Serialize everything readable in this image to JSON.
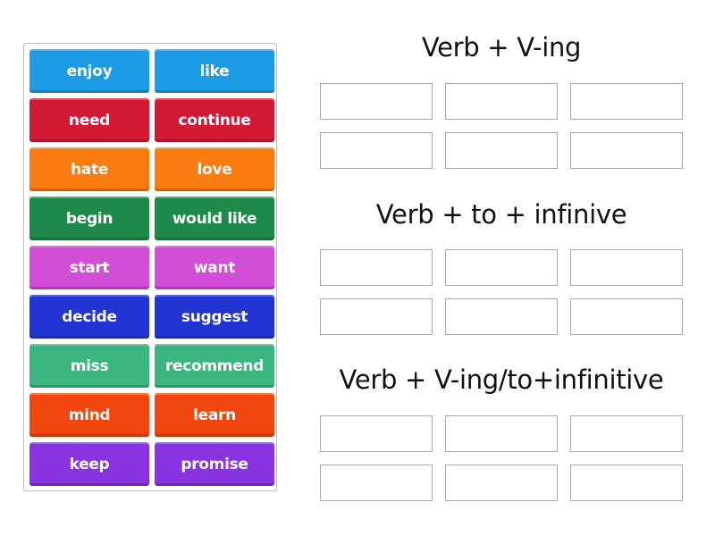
{
  "word_bank": {
    "tiles": [
      {
        "label": "enjoy",
        "color": "#1e9be5"
      },
      {
        "label": "like",
        "color": "#1e9be5"
      },
      {
        "label": "need",
        "color": "#d31a34"
      },
      {
        "label": "continue",
        "color": "#d31a34"
      },
      {
        "label": "hate",
        "color": "#fb7c10"
      },
      {
        "label": "love",
        "color": "#fb7c10"
      },
      {
        "label": "begin",
        "color": "#1d8a4a"
      },
      {
        "label": "would like",
        "color": "#1d8a4a"
      },
      {
        "label": "start",
        "color": "#d24ed6"
      },
      {
        "label": "want",
        "color": "#d24ed6"
      },
      {
        "label": "decide",
        "color": "#2235d3"
      },
      {
        "label": "suggest",
        "color": "#2235d3"
      },
      {
        "label": "miss",
        "color": "#3cb680"
      },
      {
        "label": "recommend",
        "color": "#3cb680"
      },
      {
        "label": "mind",
        "color": "#f1470f"
      },
      {
        "label": "learn",
        "color": "#f1470f"
      },
      {
        "label": "keep",
        "color": "#8a33e0"
      },
      {
        "label": "promise",
        "color": "#8a33e0"
      }
    ]
  },
  "groups": [
    {
      "title": "Verb + V-ing",
      "slots": 6
    },
    {
      "title": "Verb + to + infinive",
      "slots": 6
    },
    {
      "title": "Verb + V-ing/to+infinitive",
      "slots": 6
    }
  ]
}
